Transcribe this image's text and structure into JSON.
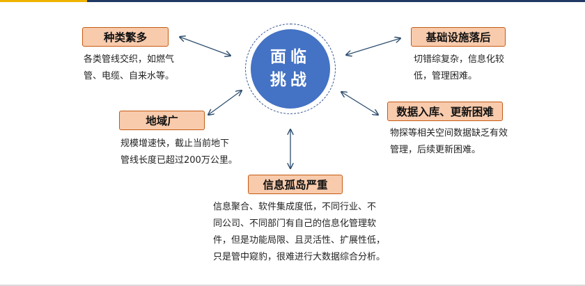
{
  "center": {
    "line1": "面临",
    "line2": "挑战"
  },
  "topics": [
    {
      "id": "variety",
      "title": "种类繁多",
      "desc": [
        "各类管线交织，如燃气",
        "管、电缆、自来水等。"
      ]
    },
    {
      "id": "region",
      "title": "地域广",
      "desc": [
        "规模增速快，截止当前地下",
        "管线长度已超过200万公里。"
      ]
    },
    {
      "id": "infra",
      "title": "基础设施落后",
      "desc": [
        "切错综复杂，信息化较",
        "低，管理困难。"
      ]
    },
    {
      "id": "data",
      "title": "数据入库、更新困难",
      "desc": [
        "物探等相关空间数据缺乏有效",
        "管理，后续更新困难。"
      ]
    },
    {
      "id": "silo",
      "title": "信息孤岛严重",
      "desc": [
        "信息聚合、软件集成度低，不同行业、不",
        "同公司、不同部门有自己的信息化管理软",
        "件，但是功能局限、且灵活性、扩展性低，",
        "只是管中窥豹，很难进行大数据综合分析。"
      ]
    }
  ],
  "colors": {
    "circle_fill": "#4472c4",
    "circle_ring": "#2f4f8f",
    "tag_fill": "#f8cbad",
    "tag_border": "#c65911",
    "arrow": "#2f4f6f",
    "top_bar": "#1f3864",
    "top_accent": "#f0b400"
  }
}
